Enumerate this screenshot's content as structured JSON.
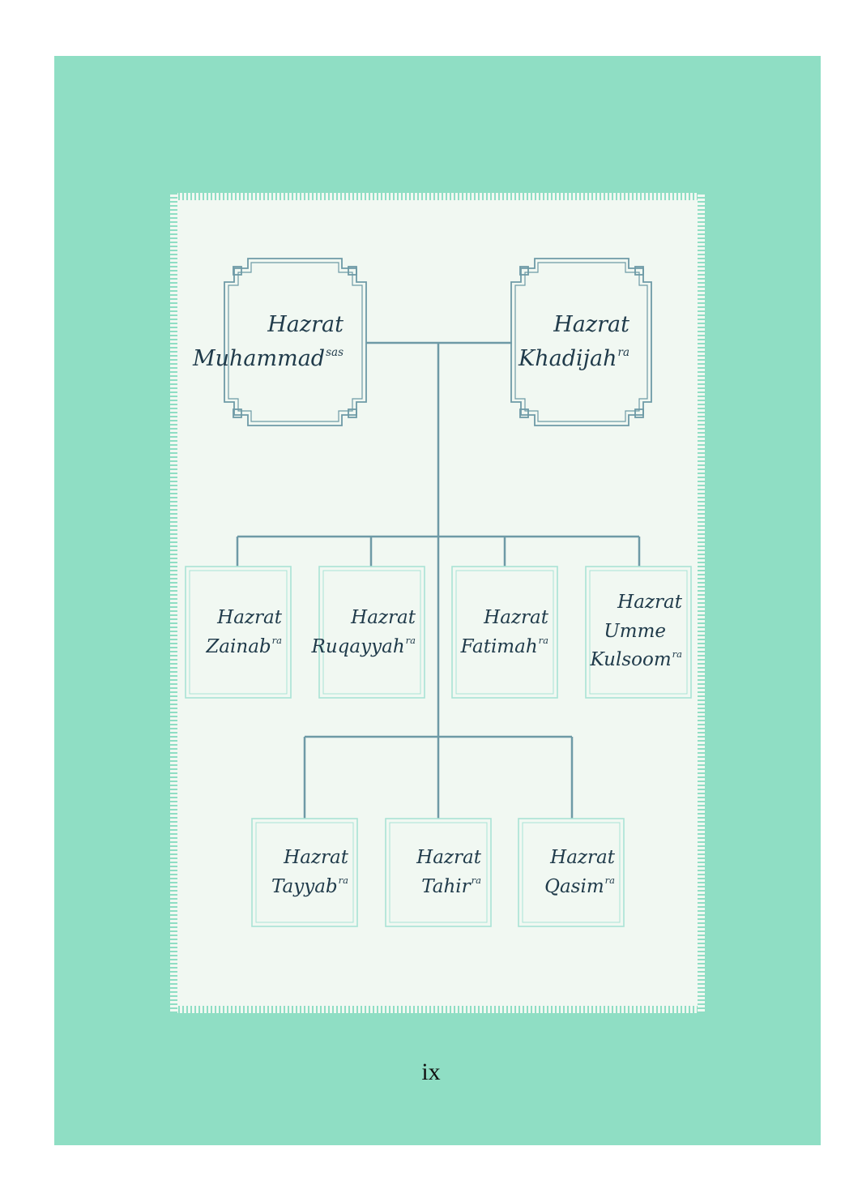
{
  "colors": {
    "background": "#8fdec4",
    "panel": "#f1f8f2",
    "line": "#6e9aa6",
    "box_border": "#a9e3d5",
    "text": "#1f3a4a"
  },
  "parents": [
    {
      "title": "Hazrat",
      "name": "Muhammad",
      "honorific": "sas"
    },
    {
      "title": "Hazrat",
      "name": "Khadijah",
      "honorific": "ra"
    }
  ],
  "daughters": [
    {
      "title": "Hazrat",
      "name": "Zainab",
      "honorific": "ra"
    },
    {
      "title": "Hazrat",
      "name": "Ruqayyah",
      "honorific": "ra"
    },
    {
      "title": "Hazrat",
      "name": "Fatimah",
      "honorific": "ra"
    },
    {
      "title": "Hazrat",
      "name_line1": "Umme",
      "name": "Kulsoom",
      "honorific": "ra"
    }
  ],
  "sons": [
    {
      "title": "Hazrat",
      "name": "Tayyab",
      "honorific": "ra"
    },
    {
      "title": "Hazrat",
      "name": "Tahir",
      "honorific": "ra"
    },
    {
      "title": "Hazrat",
      "name": "Qasim",
      "honorific": "ra"
    }
  ],
  "page_number": "ix"
}
